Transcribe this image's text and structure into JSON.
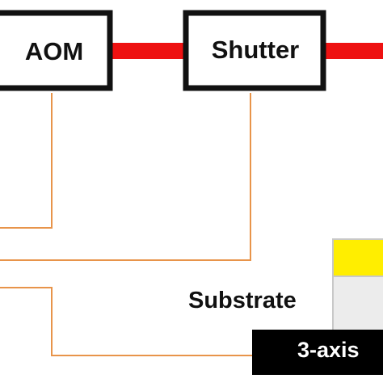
{
  "diagram": {
    "components": {
      "aom": {
        "label": "AOM"
      },
      "shutter": {
        "label": "Shutter"
      },
      "substrate": {
        "label": "Substrate"
      },
      "stage": {
        "label": "3-axis"
      }
    },
    "colors": {
      "laser_beam": "#ee1111",
      "signal_wire": "#e8944a",
      "box_border": "#111111",
      "stage_fill": "#000000",
      "sample_top": "#ffee00",
      "sample_body": "#ececec"
    }
  }
}
